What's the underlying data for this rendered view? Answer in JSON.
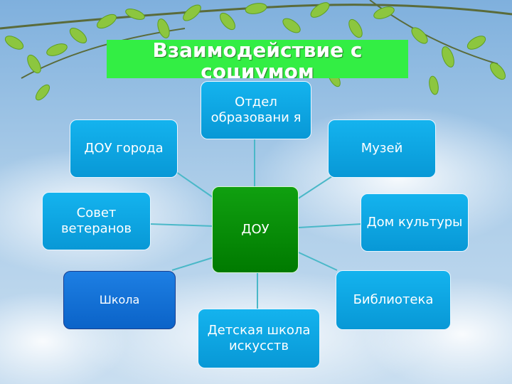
{
  "title": "Взаимодействие с социумом",
  "center": "ДОУ",
  "nodes": {
    "otdel": "Отдел образовани я",
    "muzey": "Музей",
    "dom_kultury": "Дом культуры",
    "biblioteka": "Библиотека",
    "shkola_iskusstv": "Детская школа искусств",
    "shkola": "Школа",
    "sovet": "Совет ветеранов",
    "dou_goroda": "ДОУ города"
  },
  "colors": {
    "title_bg": "#33ee44",
    "node_blue": "#0ea5e9",
    "center_green": "#008800",
    "connector": "#4ab8c8"
  }
}
